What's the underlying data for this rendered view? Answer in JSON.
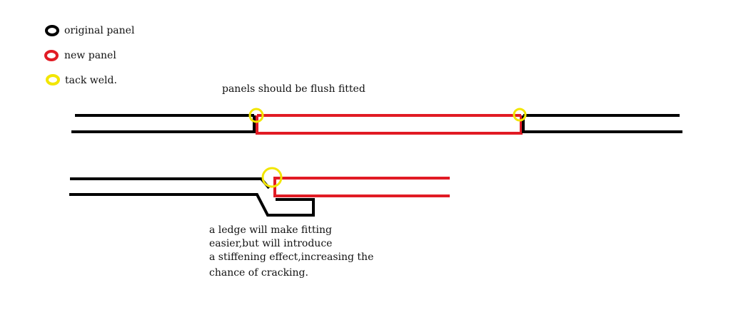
{
  "legend": {
    "items": [
      {
        "label": "original panel",
        "color": "#000000",
        "icon": "circle-icon"
      },
      {
        "label": "new panel",
        "color": "#e11b24",
        "icon": "circle-icon"
      },
      {
        "label": "tack weld.",
        "color": "#f2e600",
        "icon": "circle-icon"
      }
    ]
  },
  "diagram": {
    "flush_caption": "panels should be flush fitted",
    "ledge_caption": [
      "a ledge will make fitting",
      "easier,but will introduce",
      "a stiffening effect,increasing the",
      "chance of cracking."
    ]
  },
  "colors": {
    "original": "#000000",
    "new": "#e11b24",
    "weld": "#f2e600",
    "background": "#ffffff"
  }
}
